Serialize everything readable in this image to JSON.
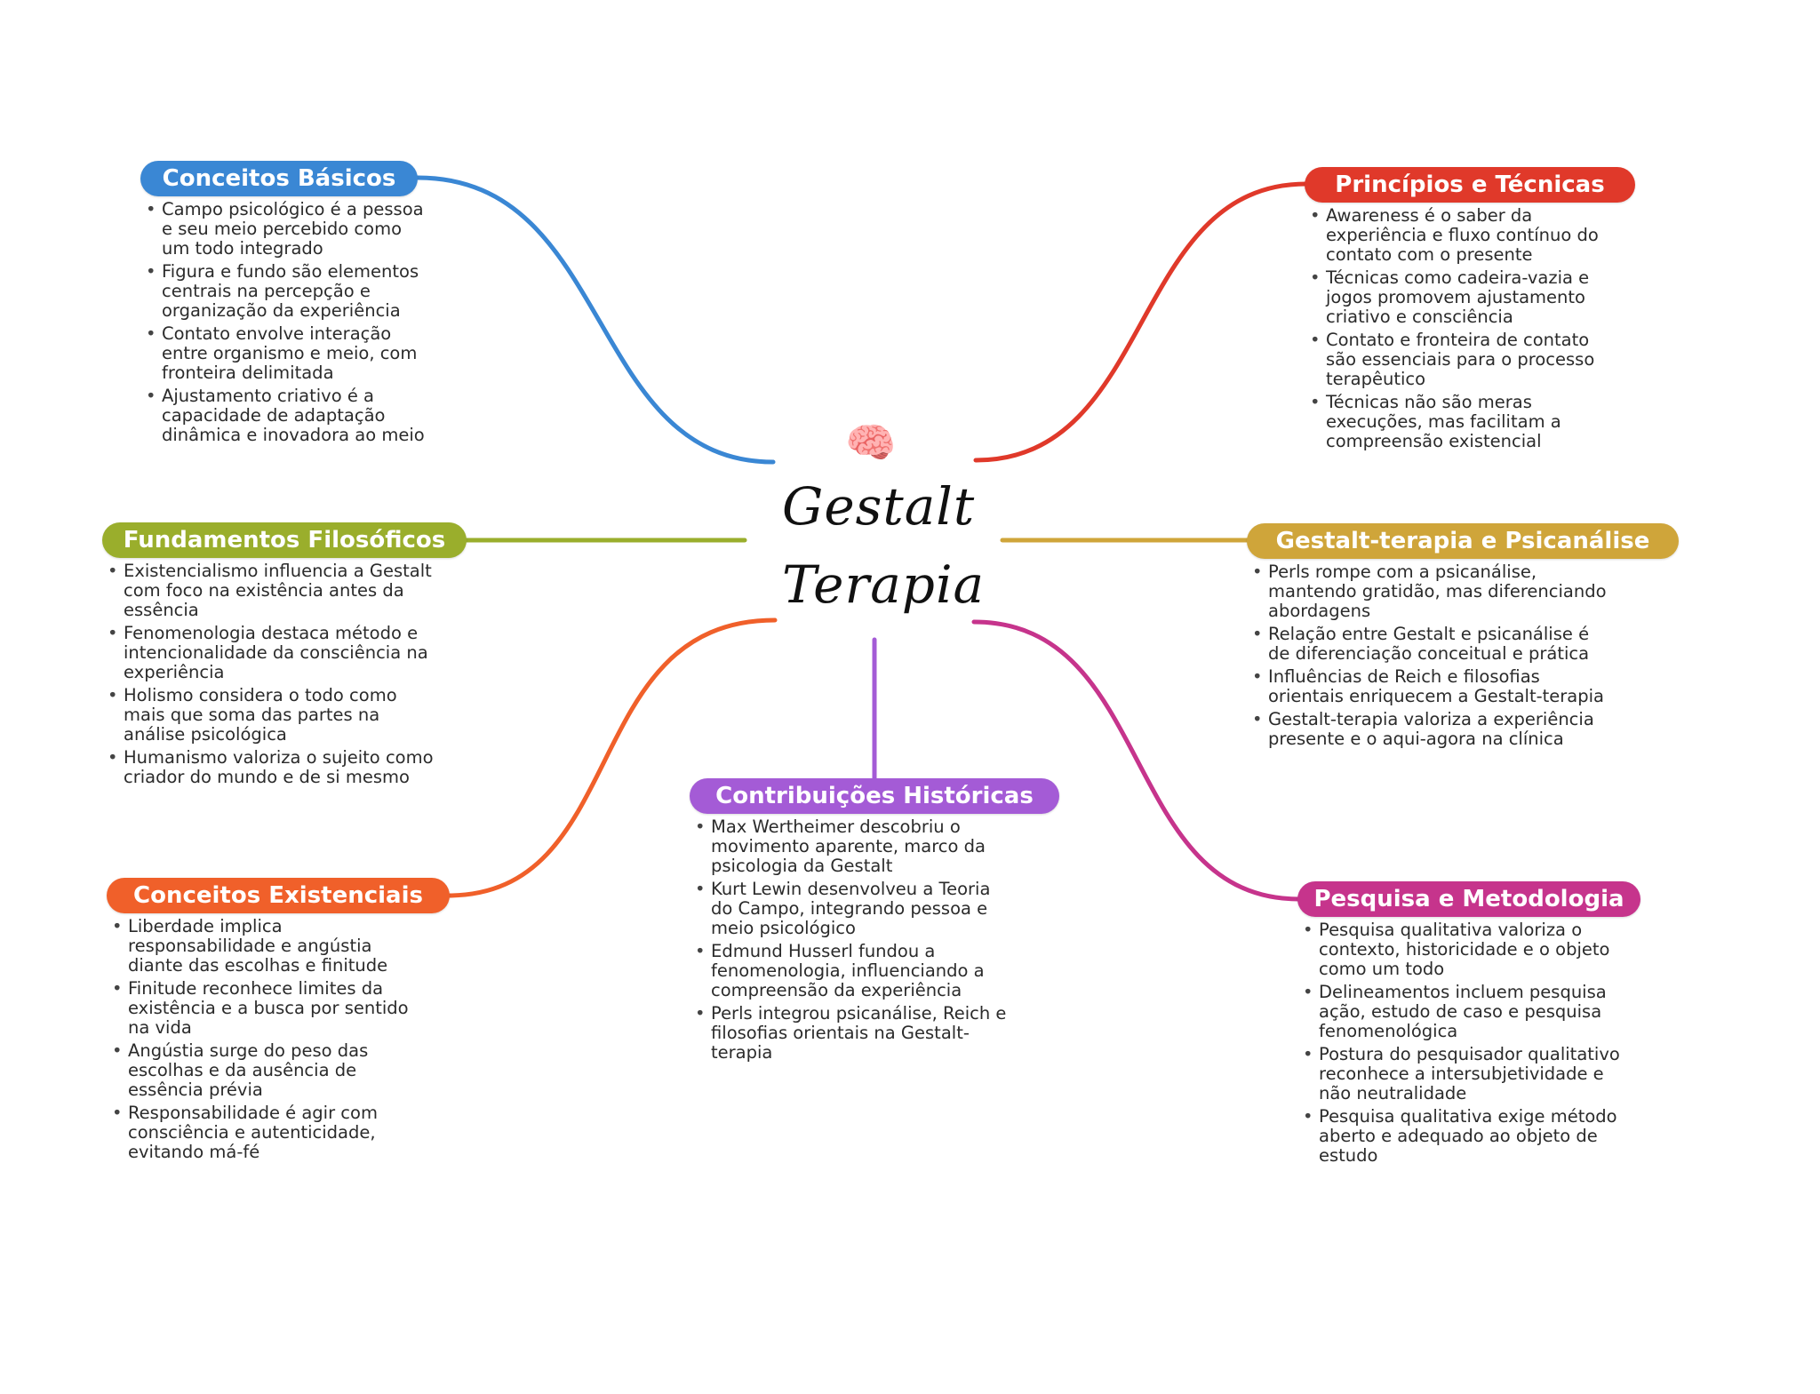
{
  "center": {
    "icon": "brain-icon",
    "icon_glyph": "🧠",
    "title_line1": "Gestalt",
    "title_line2": "Terapia"
  },
  "branches": [
    {
      "id": "conceitos-basicos",
      "title": "Conceitos Básicos",
      "color": "#3a87d4",
      "items": [
        "Campo psicológico é a pessoa e seu meio percebido como um todo integrado",
        "Figura e fundo são elementos centrais na percepção e organização da experiência",
        "Contato envolve interação entre organismo e meio, com fronteira delimitada",
        "Ajustamento criativo é a capacidade de adaptação dinâmica e inovadora ao meio"
      ]
    },
    {
      "id": "fundamentos-filosoficos",
      "title": "Fundamentos Filosóficos",
      "color": "#9aae2c",
      "items": [
        "Existencialismo influencia a Gestalt com foco na existência antes da essência",
        "Fenomenologia destaca método e intencionalidade da consciência na experiência",
        "Holismo considera o todo como mais que soma das partes na análise psicológica",
        "Humanismo valoriza o sujeito como criador do mundo e de si mesmo"
      ]
    },
    {
      "id": "conceitos-existenciais",
      "title": "Conceitos Existenciais",
      "color": "#f0602a",
      "items": [
        "Liberdade implica responsabilidade e angústia diante das escolhas e finitude",
        "Finitude reconhece limites da existência e a busca por sentido na vida",
        "Angústia surge do peso das escolhas e da ausência de essência prévia",
        "Responsabilidade é agir com consciência e autenticidade, evitando má-fé"
      ]
    },
    {
      "id": "contribuicoes-historicas",
      "title": "Contribuições Históricas",
      "color": "#a45bd6",
      "items": [
        "Max Wertheimer descobriu o movimento aparente, marco da psicologia da Gestalt",
        "Kurt Lewin desenvolveu a Teoria do Campo, integrando pessoa e meio psicológico",
        "Edmund Husserl fundou a fenomenologia, influenciando a compreensão da experiência",
        "Perls integrou psicanálise, Reich e filosofias orientais na Gestalt-terapia"
      ]
    },
    {
      "id": "principios-tecnicas",
      "title": "Princípios e Técnicas",
      "color": "#e0392a",
      "items": [
        "Awareness é o saber da experiência e fluxo contínuo do contato com o presente",
        "Técnicas como cadeira-vazia e jogos promovem ajustamento criativo e consciência",
        "Contato e fronteira de contato são essenciais para o processo terapêutico",
        "Técnicas não são meras execuções, mas facilitam a compreensão existencial"
      ]
    },
    {
      "id": "gestalt-psicanalise",
      "title": "Gestalt-terapia e Psicanálise",
      "color": "#cfa53a",
      "items": [
        "Perls rompe com a psicanálise, mantendo gratidão, mas diferenciando abordagens",
        "Relação entre Gestalt e psicanálise é de diferenciação conceitual e prática",
        "Influências de Reich e filosofias orientais enriquecem a Gestalt-terapia",
        "Gestalt-terapia valoriza a experiência presente e o aqui-agora na clínica"
      ]
    },
    {
      "id": "pesquisa-metodologia",
      "title": "Pesquisa e Metodologia",
      "color": "#c6348c",
      "items": [
        "Pesquisa qualitativa valoriza o contexto, historicidade e o objeto como um todo",
        "Delineamentos incluem pesquisa ação, estudo de caso e pesquisa fenomenológica",
        "Postura do pesquisador qualitativo reconhece a intersubjetividade e não neutralidade",
        "Pesquisa qualitativa exige método aberto e adequado ao objeto de estudo"
      ]
    }
  ]
}
